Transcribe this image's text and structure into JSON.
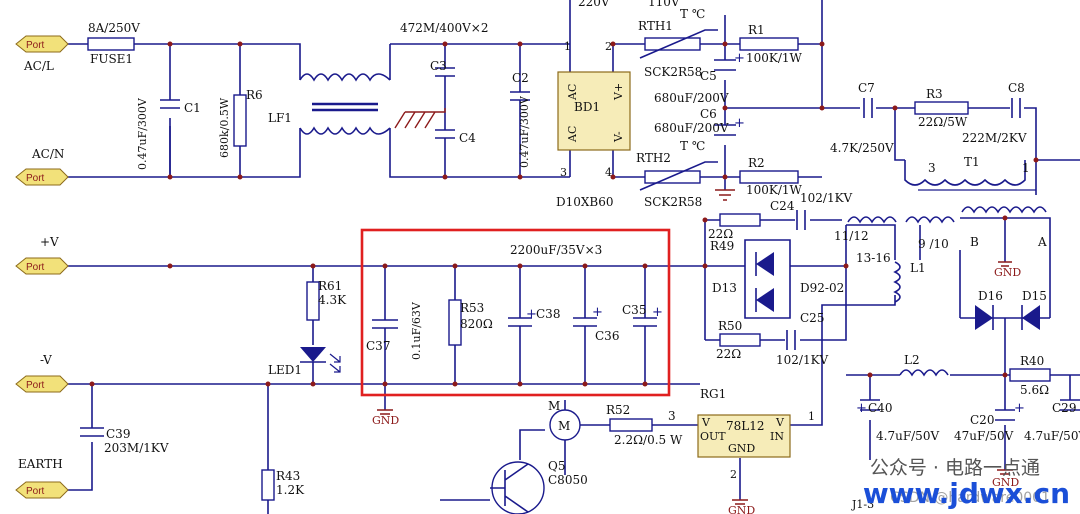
{
  "ports": [
    {
      "id": "acl",
      "label": "Port",
      "net": "AC/L"
    },
    {
      "id": "acn",
      "label": "Port",
      "net": "AC/N"
    },
    {
      "id": "pv",
      "label": "Port",
      "net": "+V"
    },
    {
      "id": "nv",
      "label": "Port",
      "net": "-V"
    },
    {
      "id": "earth",
      "label": "Port",
      "net": "EARTH"
    }
  ],
  "labels": {
    "fuse_value": "8A/250V",
    "fuse": "FUSE1",
    "lf_value": "472M/400V×2",
    "lf": "LF1",
    "c1": "C1",
    "c1_value": "0.47uF/300V",
    "r6": "R6",
    "r6_value": "680k/0.5W",
    "c2": "C2",
    "c2_value": "0.47uF/300V",
    "c3": "C3",
    "c4": "C4",
    "top_220": "220V",
    "top_110": "110V",
    "bd1": "BD1",
    "bd1_part": "D10XB60",
    "ac1": "AC",
    "ac2": "AC",
    "vp": "V+",
    "vm": "V-",
    "pin1": "1",
    "pin2": "2",
    "pin3": "3",
    "pin4": "4",
    "rth1": "RTH1",
    "rth1_part": "SCK2R58",
    "rth2": "RTH2",
    "rth2_part": "SCK2R58",
    "t1c": "T ℃",
    "t2c": "T ℃",
    "c5": "C5",
    "c5_value": "680uF/200V",
    "c6": "C6",
    "c6_value": "680uF/200V",
    "r1": "R1",
    "r1_value": "100K/1W",
    "r2": "R2",
    "r2_value": "100K/1W",
    "c7": "C7",
    "c7_value": "4.7K/250V",
    "r3": "R3",
    "r3_value": "22Ω/5W",
    "c8": "C8",
    "c8_value": "222M/2KV",
    "t1": "T1",
    "t1_p3": "3",
    "t1_p1": "1",
    "r49": "R49",
    "r49_value": "22Ω",
    "c24": "C24",
    "c24_value": "102/1KV",
    "w1112": "11/12",
    "w1316": "13-16",
    "w910": "9 /10",
    "l1": "L1",
    "d13": "D13",
    "d9202": "D92-02",
    "r50": "R50",
    "r50_value": "22Ω",
    "c25": "C25",
    "c25_value": "102/1KV",
    "b": "B",
    "a": "A",
    "gnd": "GND",
    "d16": "D16",
    "d15": "D15",
    "l2": "L2",
    "r40": "R40",
    "r40_value": "5.6Ω",
    "c40": "C40",
    "c40_value": "4.7uF/50V",
    "c20": "C20",
    "c20_value": "47uF/50V",
    "c29": "C29",
    "c29_value": "4.7uF/50V",
    "r61": "R61",
    "r61_value": "4.3K",
    "led1": "LED1",
    "block_value": "2200uF/35V×3",
    "c37": "C37",
    "c37_value": "0.1uF/63V",
    "r53": "R53",
    "r53_value": "820Ω",
    "c38": "C38",
    "c36": "C36",
    "c35": "C35",
    "c39": "C39",
    "c39_value": "203M/1KV",
    "r43": "R43",
    "r43_value": "1.2K",
    "m": "M",
    "r52": "R52",
    "r52_value": "2.2Ω/0.5 W",
    "pin3b": "3",
    "rg1": "RG1",
    "rg1_part": "78L12",
    "rg_v1": "V",
    "rg_out": "OUT",
    "rg_gnd": "GND",
    "rg_v2": "V",
    "rg_in": "IN",
    "rg_pin1": "1",
    "rg_pin2": "2",
    "q5": "Q5",
    "q5_part": "C8050",
    "j313": "J1-3"
  },
  "watermarks": {
    "wechat": "公众号 · 电路一点通",
    "csdn": "CSDN @hardware0001",
    "site": "www.jdwx.cn"
  },
  "colors": {
    "wire": "#1a1a8c",
    "highlight": "#e02020",
    "port": "#f2e17a",
    "ground": "#8c1a1a"
  }
}
